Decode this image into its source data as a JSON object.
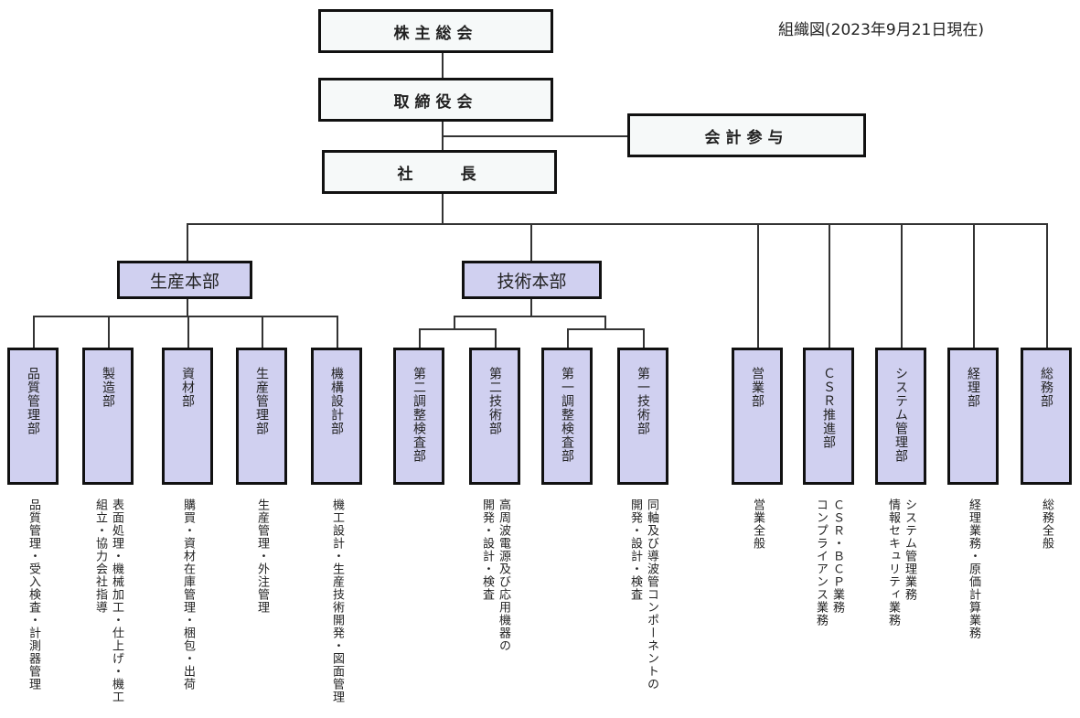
{
  "date_label": "組織図(2023年9月21日現在)",
  "top": {
    "shareholders": "株主総会",
    "board": "取締役会",
    "accounting_advisor": "会計参与",
    "president": "社　　長"
  },
  "hq": {
    "production": "生産本部",
    "technology": "技術本部"
  },
  "departments": [
    {
      "name": "品質管理部",
      "desc": "品質管理・受入検査・計測器管理"
    },
    {
      "name": "製造部",
      "desc": "表面処理・機械加工・仕上げ・機工\n組立・協力会社指導"
    },
    {
      "name": "資材部",
      "desc": "購買・資材在庫管理・梱包・出荷"
    },
    {
      "name": "生産管理部",
      "desc": "生産管理・外注管理"
    },
    {
      "name": "機構設計部",
      "desc": "機工設計・生産技術開発・図面管理"
    },
    {
      "name": "第二調整検査部",
      "desc": ""
    },
    {
      "name": "第二技術部",
      "desc": "高周波電源及び応用機器の\n開発・設計・検査"
    },
    {
      "name": "第一調整検査部",
      "desc": ""
    },
    {
      "name": "第一技術部",
      "desc": "同軸及び導波管コンポーネントの\n開発・設計・検査"
    },
    {
      "name": "営業部",
      "desc": "営業全般"
    },
    {
      "name": "ＣＳＲ推進部",
      "desc": "ＣＳＲ・ＢＣＰ業務\nコンプライアンス業務"
    },
    {
      "name": "システム管理部",
      "desc": "システム管理業務\n情報セキュリティ業務"
    },
    {
      "name": "経理部",
      "desc": "経理業務・原価計算業務"
    },
    {
      "name": "総務部",
      "desc": "総務全般"
    }
  ]
}
